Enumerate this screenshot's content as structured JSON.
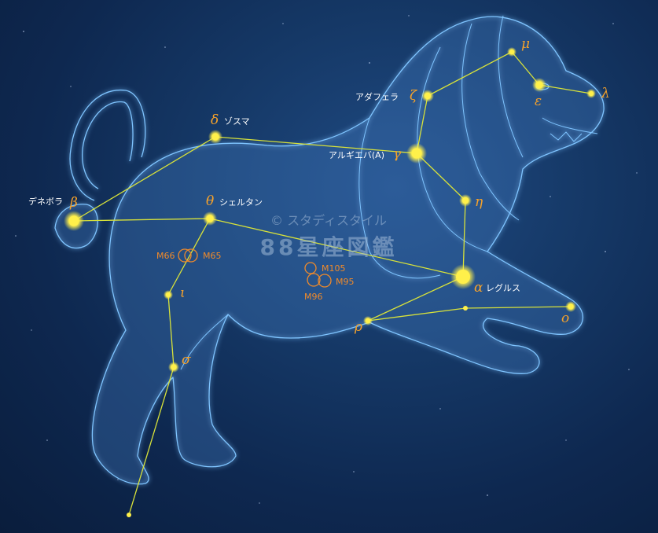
{
  "watermark": {
    "line1": "© スタディスタイル",
    "line2": "88星座図鑑"
  },
  "stars": [
    {
      "id": "alpha",
      "greek": "α",
      "name": "レグルス"
    },
    {
      "id": "beta",
      "greek": "β",
      "name": "デネボラ"
    },
    {
      "id": "gamma",
      "greek": "γ",
      "name": "アルギエバ(A)"
    },
    {
      "id": "delta",
      "greek": "δ",
      "name": "ゾスマ"
    },
    {
      "id": "epsilon",
      "greek": "ε",
      "name": ""
    },
    {
      "id": "zeta",
      "greek": "ζ",
      "name": "アダフェラ"
    },
    {
      "id": "eta",
      "greek": "η",
      "name": ""
    },
    {
      "id": "theta",
      "greek": "θ",
      "name": "シェルタン"
    },
    {
      "id": "iota",
      "greek": "ι",
      "name": ""
    },
    {
      "id": "lambda",
      "greek": "λ",
      "name": ""
    },
    {
      "id": "mu",
      "greek": "μ",
      "name": ""
    },
    {
      "id": "omicron",
      "greek": "ο",
      "name": ""
    },
    {
      "id": "rho",
      "greek": "ρ",
      "name": ""
    },
    {
      "id": "sigma",
      "greek": "σ",
      "name": ""
    }
  ],
  "messier": [
    "M66",
    "M65",
    "M105",
    "M95",
    "M96"
  ],
  "colors": {
    "star": "#fff04a",
    "line": "#d8e23a",
    "greek": "#f6a22a",
    "messier": "#f08a2a",
    "outline": "#7fc4ff"
  }
}
